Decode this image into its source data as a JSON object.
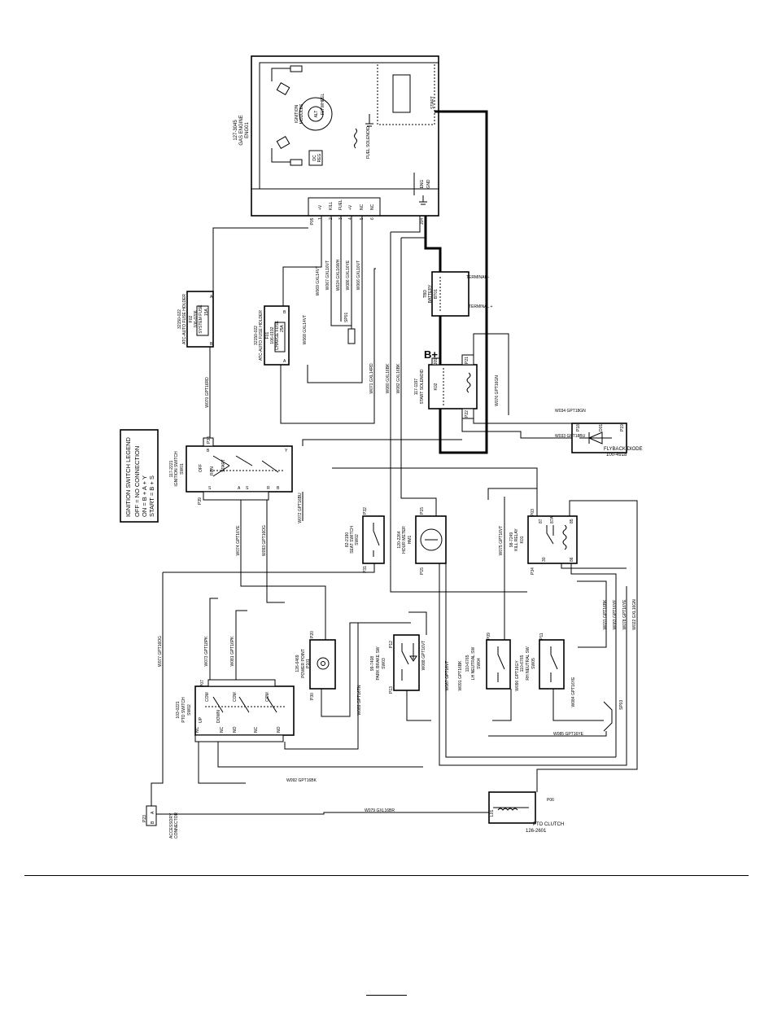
{
  "engine": {
    "part": "127-3045",
    "name": "GAS ENGINE",
    "ref": "ENG01",
    "flywheel": "FLYWHEEL",
    "alt": "ALT",
    "ignition": "IGNITION",
    "modules": "MODULES",
    "dc_reg": "DC",
    "dc_reg2": "REG",
    "fuel_solenoid": "FUEL SOLENOID",
    "start": "START",
    "eng_gnd": "ENG",
    "eng_gnd2": "GND",
    "connector": "P05",
    "ground": "J04",
    "pins": [
      {
        "num": "1",
        "name": "+V"
      },
      {
        "num": "2",
        "name": "KILL"
      },
      {
        "num": "3",
        "name": "FUEL"
      },
      {
        "num": "4",
        "name": "+V"
      },
      {
        "num": "5",
        "name": "NC"
      },
      {
        "num": "6",
        "name": "NC"
      }
    ]
  },
  "fuses": {
    "system": {
      "part": "32150-022",
      "holder": "ATC-AUTO FUSE HOLDER",
      "ref": "F02",
      "label": "106-0206",
      "type": "SYSTEM FUSE",
      "rating": "15A",
      "pin_a": "A",
      "pin_b": "B"
    },
    "charge": {
      "part": "32150-022",
      "holder": "ATC-AUTO FUSE HOLDER",
      "ref": "F01",
      "label": "106-0192",
      "type": "CHARGE FUSE",
      "rating": "25A",
      "pin_a": "A",
      "pin_b": "B"
    }
  },
  "battery": {
    "name": "TBD",
    "type": "BATTERY",
    "ref": "BT01",
    "terminal_neg": "TERMINAL -",
    "terminal_pos": "TERMINAL +",
    "b_plus": "B+"
  },
  "start_solenoid": {
    "part": "117-1197",
    "name": "START SOLENOID",
    "ref": "K02",
    "p21": "P21",
    "p22": "P22",
    "j09": "J09"
  },
  "flyback_diode": {
    "name": "FLYBACK DIODE",
    "part": "100-4918",
    "ref": "D01",
    "p18": "P18",
    "p19": "P19"
  },
  "legend": {
    "title": "IGNITION SWITCH LEGEND",
    "lines": [
      "OFF     = NO CONNECTION",
      "ON      = B + A + Y",
      "START = B + S"
    ]
  },
  "ignition_switch": {
    "part": "117-2221",
    "name": "IGNITION SWITCH",
    "ref": "SW01",
    "p38": "P38",
    "p39": "P39",
    "off": "OFF",
    "run": "RUN",
    "start": "START",
    "pins_top": [
      "B",
      "Y"
    ],
    "pins_bottom": [
      "S",
      "A",
      "S",
      "R",
      "B"
    ]
  },
  "seat_switch": {
    "part": "82-2190",
    "name": "SEAT SWITCH",
    "ref": "SW02",
    "top": "P32",
    "bottom": "P31"
  },
  "hour_meter": {
    "part": "120-2264",
    "name": "HOUR METER",
    "ref": "HM1",
    "top": "P15",
    "bottom": "P15"
  },
  "kill_relay": {
    "part": "98-7249",
    "name": "KILL RELAY",
    "ref": "K01",
    "top": "P03",
    "bottom": "P34",
    "pins": [
      "87",
      "87A",
      "30",
      "85",
      "86"
    ]
  },
  "pto_switch": {
    "part": "103-0221",
    "name": "PTO SWITCH",
    "ref": "SW02",
    "down": "DOWN",
    "up": "UP",
    "com": "COM",
    "nc": "NC",
    "no": "NO",
    "p07": "P07"
  },
  "power_point": {
    "part": "126-6469",
    "name": "POWER POINT",
    "ref": "P101",
    "p20": "P20",
    "p30": "P30"
  },
  "park_brake": {
    "part": "99-7408",
    "name": "PARK BRAKE SW",
    "ref": "SW03",
    "p12": "P12",
    "p13": "P13"
  },
  "neutral_lh": {
    "part": "110-6765",
    "name": "LH NEUTRAL SW",
    "ref": "SW04",
    "p09": "P09"
  },
  "neutral_rh": {
    "part": "110-6765",
    "name": "RH NEUTRAL SW",
    "ref": "SW05",
    "p11": "P11"
  },
  "pto_clutch": {
    "name": "PTO CLUTCH",
    "part": "126-2601",
    "ref": "P06",
    "l01": "L01"
  },
  "accessory": {
    "name": "ACCESSORY",
    "name2": "CONNECTOR",
    "ref": "P23",
    "pins": [
      "A",
      "B"
    ]
  },
  "splices": [
    "SP01",
    "SP03"
  ],
  "wires": {
    "w069": "W069 GXL14VT",
    "w067": "W067 GXL16VT",
    "w024": "W024 GXL16WH",
    "w086": "W086 GXL16YE",
    "w066": "W066 GXL16VT",
    "w068": "W068 GXL14VT",
    "w071": "W071 GXL14RD",
    "w080": "W080 GXL16BK",
    "w082": "W082 GXL16BK",
    "w076": "W076 GPT16GN",
    "w070": "W070 GPT16RD",
    "w034": "W034 GPT18GN",
    "w033": "W033 GPT18BU",
    "w072": "W072 GPT16BU",
    "w074": "W074 GPT16YE",
    "w093": "W093 GPT16OG",
    "w075": "W075 GPT16VT",
    "w077": "W077 GPT16OG",
    "w073": "W073 GPT18PK",
    "w081": "W081 GPT16PK",
    "w089": "W089 GPT16TN",
    "w088": "W088 GPT16VT",
    "w087": "W087 GPT16VT",
    "w091": "W091 GPT16BK",
    "w090": "W090 GPT16GY",
    "w084": "W084 GPT16YE",
    "w031": "W031 GPT16BK",
    "w083": "W083 GPT16YE",
    "w078": "W078 GPT16YE",
    "w022": "W022 GXL16GN",
    "w085": "W085 GPT16YE",
    "w092": "W092 GPT16BK",
    "w079": "W079 GXL16BR"
  }
}
